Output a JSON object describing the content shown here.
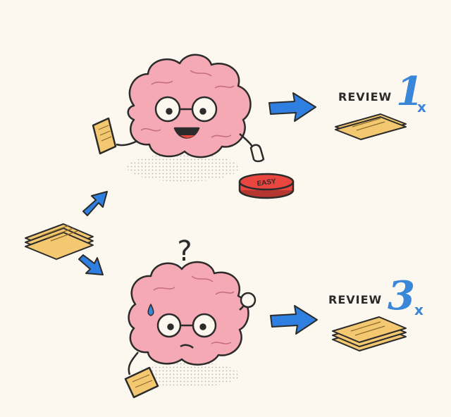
{
  "top": {
    "review_label": "REVIEW",
    "count": "1",
    "times": "x",
    "button_text": "EASY"
  },
  "bottom": {
    "review_label": "REVIEW",
    "count": "3",
    "times": "x",
    "question_mark": "?"
  },
  "colors": {
    "background": "#fdf8ef",
    "brain": "#f4a9b4",
    "brain_outline": "#2b2b2b",
    "card": "#f3c871",
    "arrow": "#2f7fe0",
    "button": "#e8463f",
    "accent_text": "#3a86d8"
  }
}
